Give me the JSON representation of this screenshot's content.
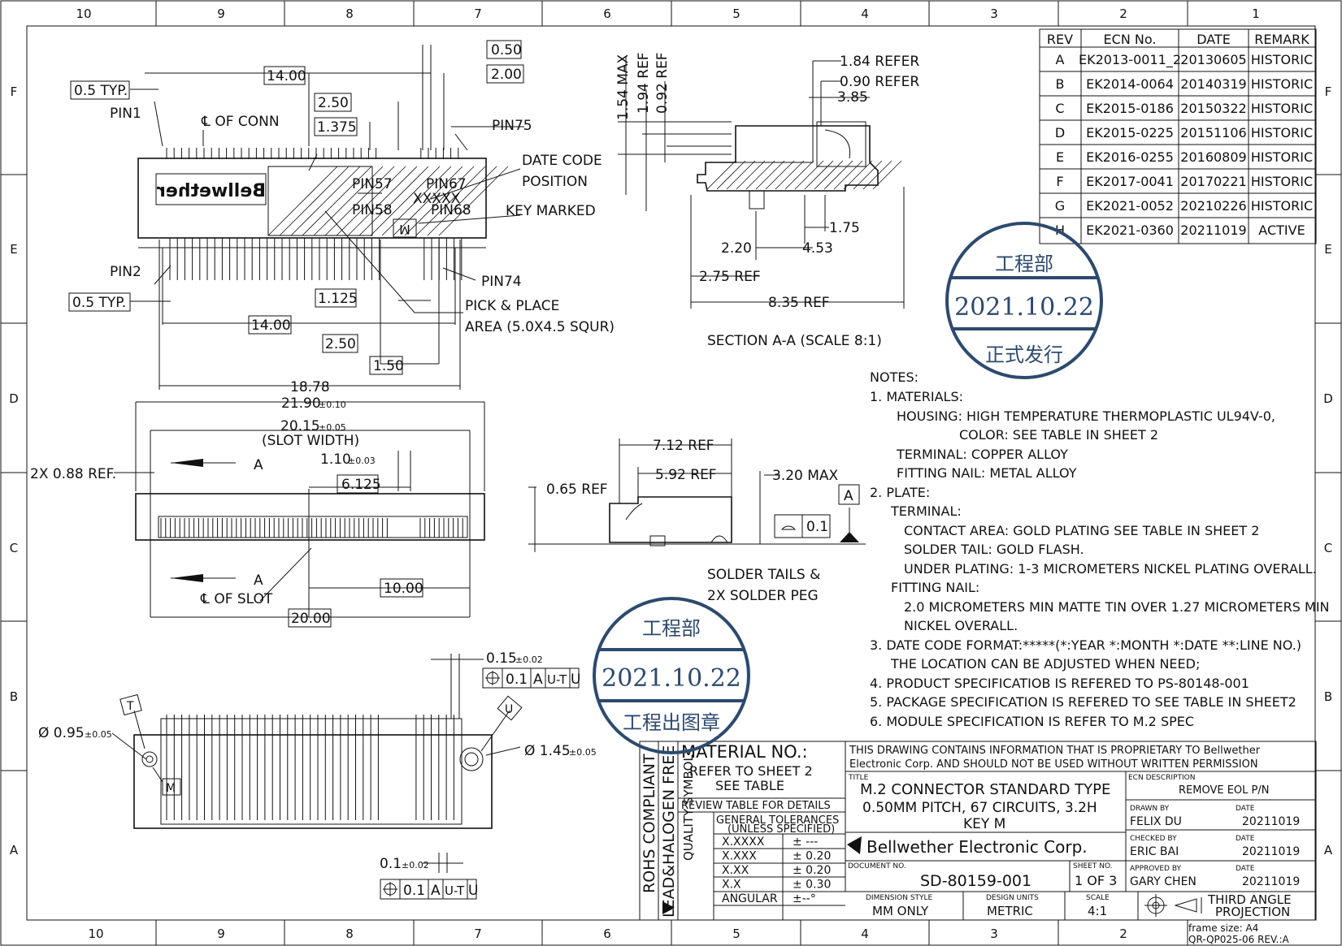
{
  "frame": {
    "columns": [
      "10",
      "9",
      "8",
      "7",
      "6",
      "5",
      "4",
      "3",
      "2",
      "1"
    ],
    "rows": [
      "F",
      "E",
      "D",
      "C",
      "B",
      "A"
    ]
  },
  "revisions": {
    "headers": [
      "REV",
      "ECN No.",
      "DATE",
      "REMARK"
    ],
    "rows": [
      [
        "A",
        "EK2013-0011_2",
        "20130605",
        "HISTORIC"
      ],
      [
        "B",
        "EK2014-0064",
        "20140319",
        "HISTORIC"
      ],
      [
        "C",
        "EK2015-0186",
        "20150322",
        "HISTORIC"
      ],
      [
        "D",
        "EK2015-0225",
        "20151106",
        "HISTORIC"
      ],
      [
        "E",
        "EK2016-0255",
        "20160809",
        "HISTORIC"
      ],
      [
        "F",
        "EK2017-0041",
        "20170221",
        "HISTORIC"
      ],
      [
        "G",
        "EK2021-0052",
        "20210226",
        "HISTORIC"
      ],
      [
        "H",
        "EK2021-0360",
        "20211019",
        "ACTIVE"
      ]
    ]
  },
  "top_view": {
    "dim_050": "0.50",
    "dim_200": "2.00",
    "dim_1400a": "14.00",
    "dim_05typ_a": "0.5 TYP.",
    "dim_250a": "2.50",
    "dim_1375": "1.375",
    "pin1": "PIN1",
    "pin75": "PIN75",
    "cl_conn": "℄ OF CONN",
    "date_code": "DATE CODE",
    "position": "POSITION",
    "pin57": "PIN57",
    "pin67": "PIN67",
    "xxxxx": "XXXXX",
    "pin58": "PIN58",
    "pin68": "PIN68",
    "key_marked": "KEY MARKED",
    "pin2": "PIN2",
    "pin74": "PIN74",
    "dim_05typ_b": "0.5 TYP.",
    "dim_1125": "1.125",
    "pick_place": "PICK & PLACE",
    "area": "AREA (5.0X4.5 SQUR)",
    "dim_1400b": "14.00",
    "dim_250b": "2.50",
    "dim_150": "1.50",
    "dim_1878": "18.78",
    "logo": "Bellwether",
    "key_letter": "M"
  },
  "section": {
    "d154": "1.54 MAX",
    "d194": "1.94 REF",
    "d092": "0.92 REF",
    "d184": "1.84  REFER",
    "d090": "0.90  REFER",
    "d385": "3.85",
    "d175": "1.75",
    "d220": "2.20",
    "d453": "4.53",
    "d275": "2.75 REF",
    "d835": "8.35 REF",
    "caption": "SECTION A-A (SCALE 8:1)"
  },
  "front_view": {
    "d2190": "21.90",
    "d2190tol": "±0.10",
    "d2015": "20.15",
    "d2015tol": "±0.05",
    "slot_width": "(SLOT WIDTH)",
    "d088": "2X 0.88 REF.",
    "a_top": "A",
    "d110": "1.10",
    "d110tol": "±0.03",
    "d6125": "6.125",
    "a_bot": "A",
    "cl_slot": "℄ OF SLOT",
    "d1000": "10.00",
    "d2000": "20.00"
  },
  "side_view": {
    "d712": "7.12 REF",
    "d592": "5.92 REF",
    "d065": "0.65 REF",
    "d320": "3.20 MAX",
    "datum": "A",
    "flat_tol": "0.1",
    "solder1": "SOLDER TAILS &",
    "solder2": "2X SOLDER PEG"
  },
  "bottom_view": {
    "d015": "0.15",
    "d015tol": "±0.02",
    "fcf_top": "0.1",
    "fcf_top_a": "A",
    "fcf_top_b": "U-T",
    "fcf_top_c": "U",
    "t_label": "T",
    "u_label": "U",
    "d095": "Ø 0.95",
    "d095tol": "±0.05",
    "d145": "Ø 1.45",
    "d145tol": "±0.05",
    "m_label": "M",
    "d01": "0.1",
    "d01tol": "±0.02",
    "fcf_bot": "0.1",
    "fcf_bot_a": "A",
    "fcf_bot_b": "U-T",
    "fcf_bot_c": "U"
  },
  "notes": [
    "NOTES:",
    "1. MATERIALS:",
    "HOUSING: HIGH TEMPERATURE THERMOPLASTIC UL94V-0,",
    "COLOR: SEE TABLE IN SHEET 2",
    "TERMINAL: COPPER ALLOY",
    "FITTING NAIL: METAL ALLOY",
    "2. PLATE:",
    "TERMINAL:",
    "CONTACT AREA: GOLD PLATING SEE TABLE IN SHEET 2",
    "SOLDER TAIL: GOLD FLASH.",
    "UNDER PLATING: 1-3 MICROMETERS NICKEL PLATING OVERALL.",
    "FITTING NAIL:",
    "2.0 MICROMETERS MIN MATTE TIN OVER 1.27 MICROMETERS MIN",
    "NICKEL OVERALL.",
    "3. DATE CODE FORMAT:*****(*:YEAR *:MONTH *:DATE **:LINE NO.)",
    "THE LOCATION CAN BE ADJUSTED WHEN NEED;",
    "4. PRODUCT SPECIFICATIOB IS REFERED TO PS-80148-001",
    "5. PACKAGE SPECIFICATION IS REFERED TO SEE TABLE IN SHEET2",
    "6. MODULE SPECIFICATION IS REFER TO M.2 SPEC"
  ],
  "stamps": {
    "a_dept": "工程部",
    "a_date": "2021.10.22",
    "a_status": "正式发行",
    "b_dept": "工程部",
    "b_date": "2021.10.22",
    "b_status": "工程出图章"
  },
  "title_block": {
    "rohs": "ROHS  COMPLIANT",
    "lead": "LEAD&HALOGEN FREE",
    "quality": "QUALITY SYMBOL",
    "material": "MATERIAL  NO.:",
    "refer1": "REFER  TO  SHEET  2",
    "refer2": "SEE  TABLE",
    "review": "REVIEW TABLE FOR DETAILS",
    "proprietary1": "THIS DRAWING CONTAINS INFORMATION THAT IS PROPRIETARY TO Bellwether",
    "proprietary2": "Electronic Corp. AND SHOULD NOT BE USED WITHOUT WRITTEN PERMISSION",
    "title_label": "TITLE",
    "title1": "M.2 CONNECTOR STANDARD TYPE",
    "title2": "0.50MM PITCH, 67 CIRCUITS, 3.2H",
    "title3": "KEY M",
    "ecn_label": "ECN DESCRIPTION",
    "ecn": "REMOVE EOL P/N",
    "gen_tol1": "GENERAL TOLERANCES",
    "gen_tol2": "(UNLESS SPECIFIED)",
    "tolerances": [
      [
        "X.XXXX",
        "±  ---"
      ],
      [
        "X.XXX",
        "±  0.20"
      ],
      [
        "X.XX",
        "±  0.20"
      ],
      [
        "X.X",
        "±  0.30"
      ],
      [
        "ANGULAR",
        "±--°"
      ]
    ],
    "drawn_label": "DRAWN BY",
    "drawn": "FELIX DU",
    "drawn_date_label": "DATE",
    "drawn_date": "20211019",
    "checked_label": "CHECKED BY",
    "checked": "ERIC BAI",
    "checked_date_label": "DATE",
    "checked_date": "20211019",
    "approved_label": "APPROVED BY",
    "approved": "GARY CHEN",
    "approved_date_label": "DATE",
    "approved_date": "20211019",
    "company": "Bellwether  Electronic  Corp.",
    "doc_label": "DOCUMENT NO.",
    "doc": "SD-80159-001",
    "sheet_label": "SHEET NO.",
    "sheet": "1 OF 3",
    "dim_style_label": "DIMENSION STYLE",
    "dim_style": "MM ONLY",
    "units_label": "DESIGN UNITS",
    "units": "METRIC",
    "scale_label": "SCALE",
    "scale": "4:1",
    "projection1": "THIRD  ANGLE",
    "projection2": "PROJECTION",
    "frame_size": "frame size: A4",
    "form": "QR-QP025-06 REV.:A"
  },
  "colors": {
    "line": "#111111",
    "stamp": "#2d4a6e"
  }
}
